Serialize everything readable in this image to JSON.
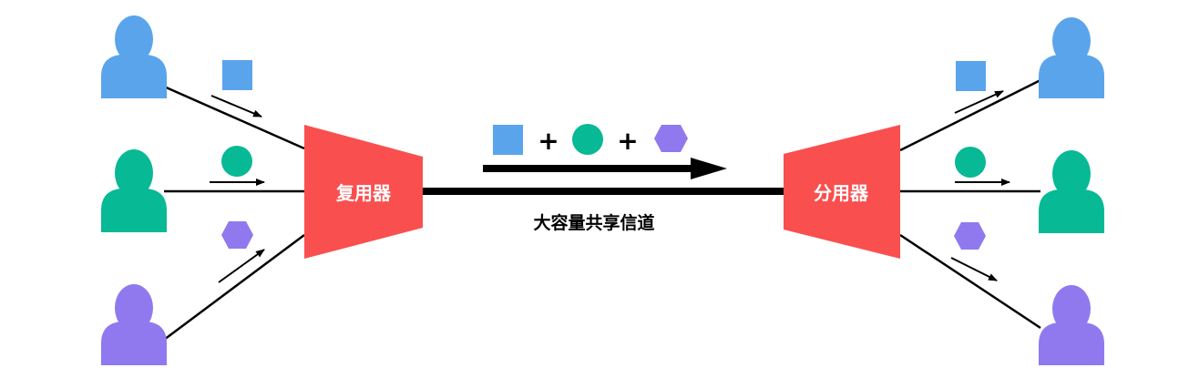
{
  "mux": {
    "label": "复用器",
    "color": "#f94f4f"
  },
  "demux": {
    "label": "分用器",
    "color": "#f94f4f"
  },
  "channel": {
    "label": "大容量共享信道"
  },
  "signal_sum": {
    "plus_1": "+",
    "plus_2": "+"
  },
  "colors": {
    "blue": "#5aa4ec",
    "green": "#07b995",
    "purple": "#9079ef",
    "line": "#000000"
  },
  "users": {
    "senders": [
      {
        "name": "sender-blue",
        "color": "blue",
        "signal": "square"
      },
      {
        "name": "sender-green",
        "color": "green",
        "signal": "circle"
      },
      {
        "name": "sender-purple",
        "color": "purple",
        "signal": "hexagon"
      }
    ],
    "receivers": [
      {
        "name": "receiver-blue",
        "color": "blue",
        "signal": "square"
      },
      {
        "name": "receiver-green",
        "color": "green",
        "signal": "circle"
      },
      {
        "name": "receiver-purple",
        "color": "purple",
        "signal": "hexagon"
      }
    ]
  }
}
